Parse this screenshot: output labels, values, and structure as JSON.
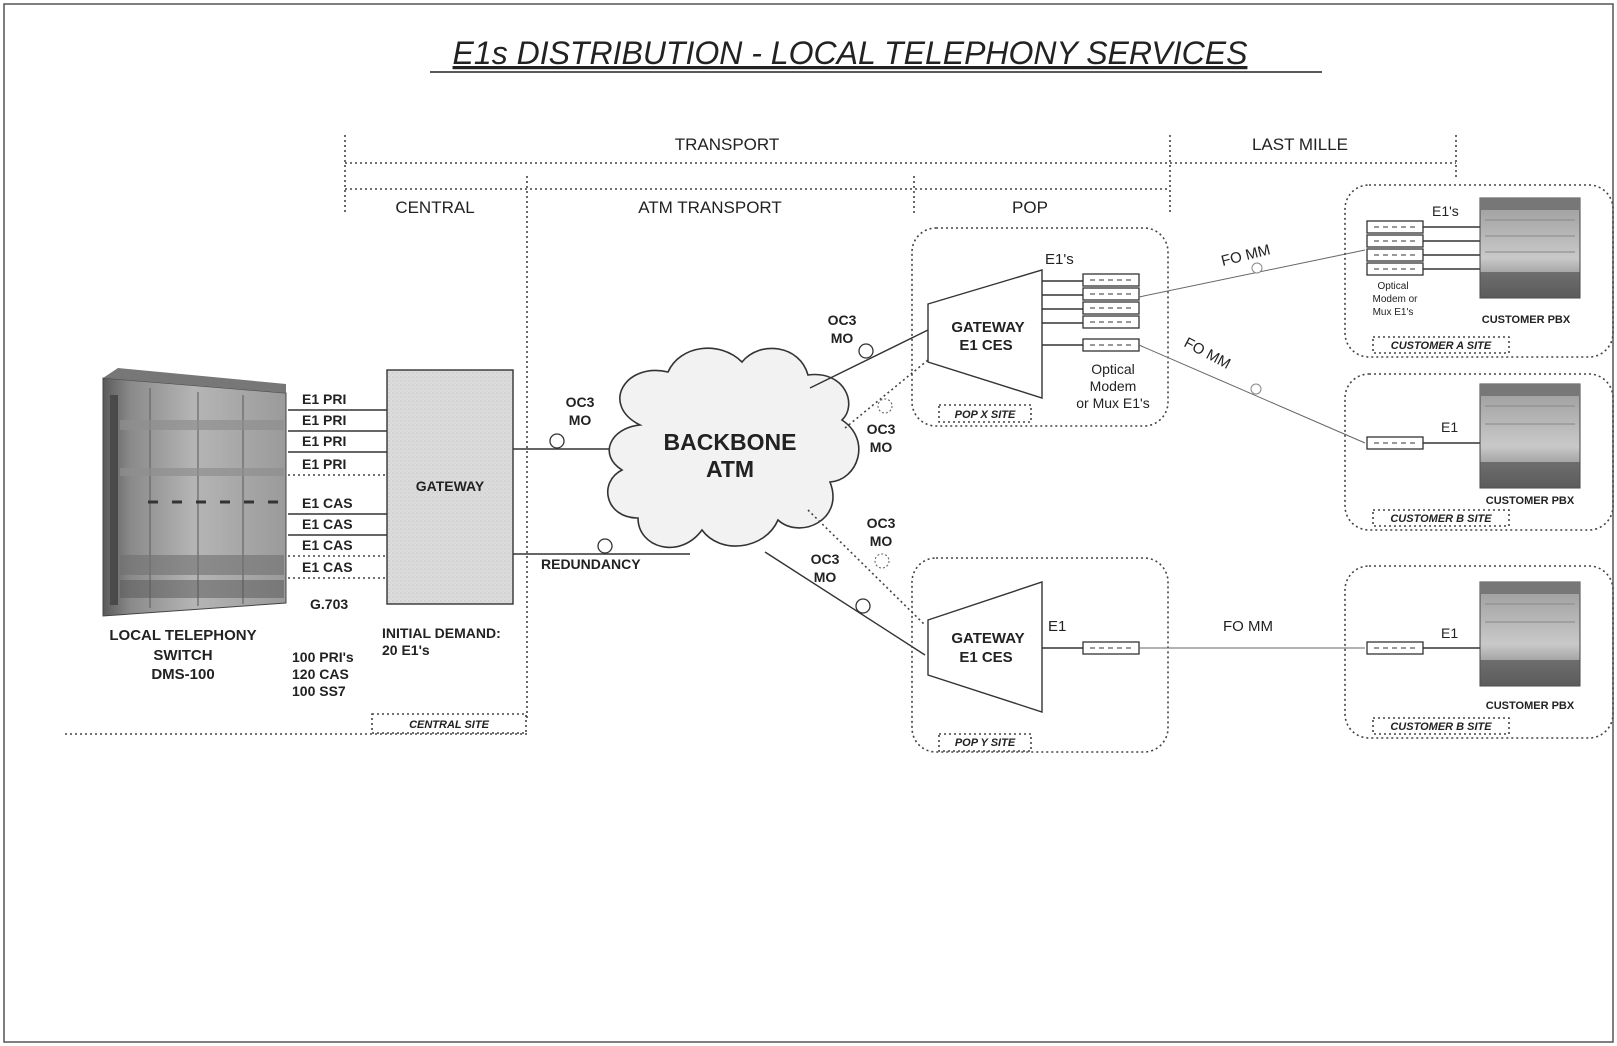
{
  "title": "E1s DISTRIBUTION - LOCAL TELEPHONY SERVICES",
  "sections": {
    "transport": "TRANSPORT",
    "last_mile": "LAST MILLE",
    "central": "CENTRAL",
    "atm_transport": "ATM TRANSPORT",
    "pop": "POP"
  },
  "switch": {
    "line1": "LOCAL TELEPHONY",
    "line2": "SWITCH",
    "line3": "DMS-100",
    "ports": [
      "E1 PRI",
      "E1 PRI",
      "E1 PRI",
      "E1 PRI",
      "E1 CAS",
      "E1 CAS",
      "E1 CAS",
      "E1 CAS"
    ],
    "interface": "G.703",
    "capacity": [
      "100 PRI's",
      "120 CAS",
      "100 SS7"
    ]
  },
  "central": {
    "gateway": "GATEWAY",
    "initial_demand_1": "INITIAL DEMAND:",
    "initial_demand_2": "20 E1's",
    "site": "CENTRAL SITE"
  },
  "backbone": {
    "line1": "BACKBONE",
    "line2": "ATM",
    "redundancy": "REDUNDANCY",
    "oc3": "OC3",
    "mo": "MO"
  },
  "pop_x": {
    "gateway1": "GATEWAY",
    "gateway2": "E1 CES",
    "e1s": "E1's",
    "modem1": "Optical",
    "modem2": "Modem",
    "modem3": "or Mux E1's",
    "site": "POP X SITE"
  },
  "pop_y": {
    "gateway1": "GATEWAY",
    "gateway2": "E1 CES",
    "e1": "E1",
    "site": "POP Y SITE"
  },
  "links": {
    "fo_mm": "FO MM"
  },
  "customer_a": {
    "e1s": "E1's",
    "modem1": "Optical",
    "modem2": "Modem or",
    "modem3": "Mux E1's",
    "pbx": "CUSTOMER PBX",
    "site": "CUSTOMER A SITE"
  },
  "customer_b": {
    "e1": "E1",
    "pbx": "CUSTOMER PBX",
    "site": "CUSTOMER B SITE"
  },
  "customer_b2": {
    "e1": "E1",
    "pbx": "CUSTOMER PBX",
    "site": "CUSTOMER B SITE"
  }
}
